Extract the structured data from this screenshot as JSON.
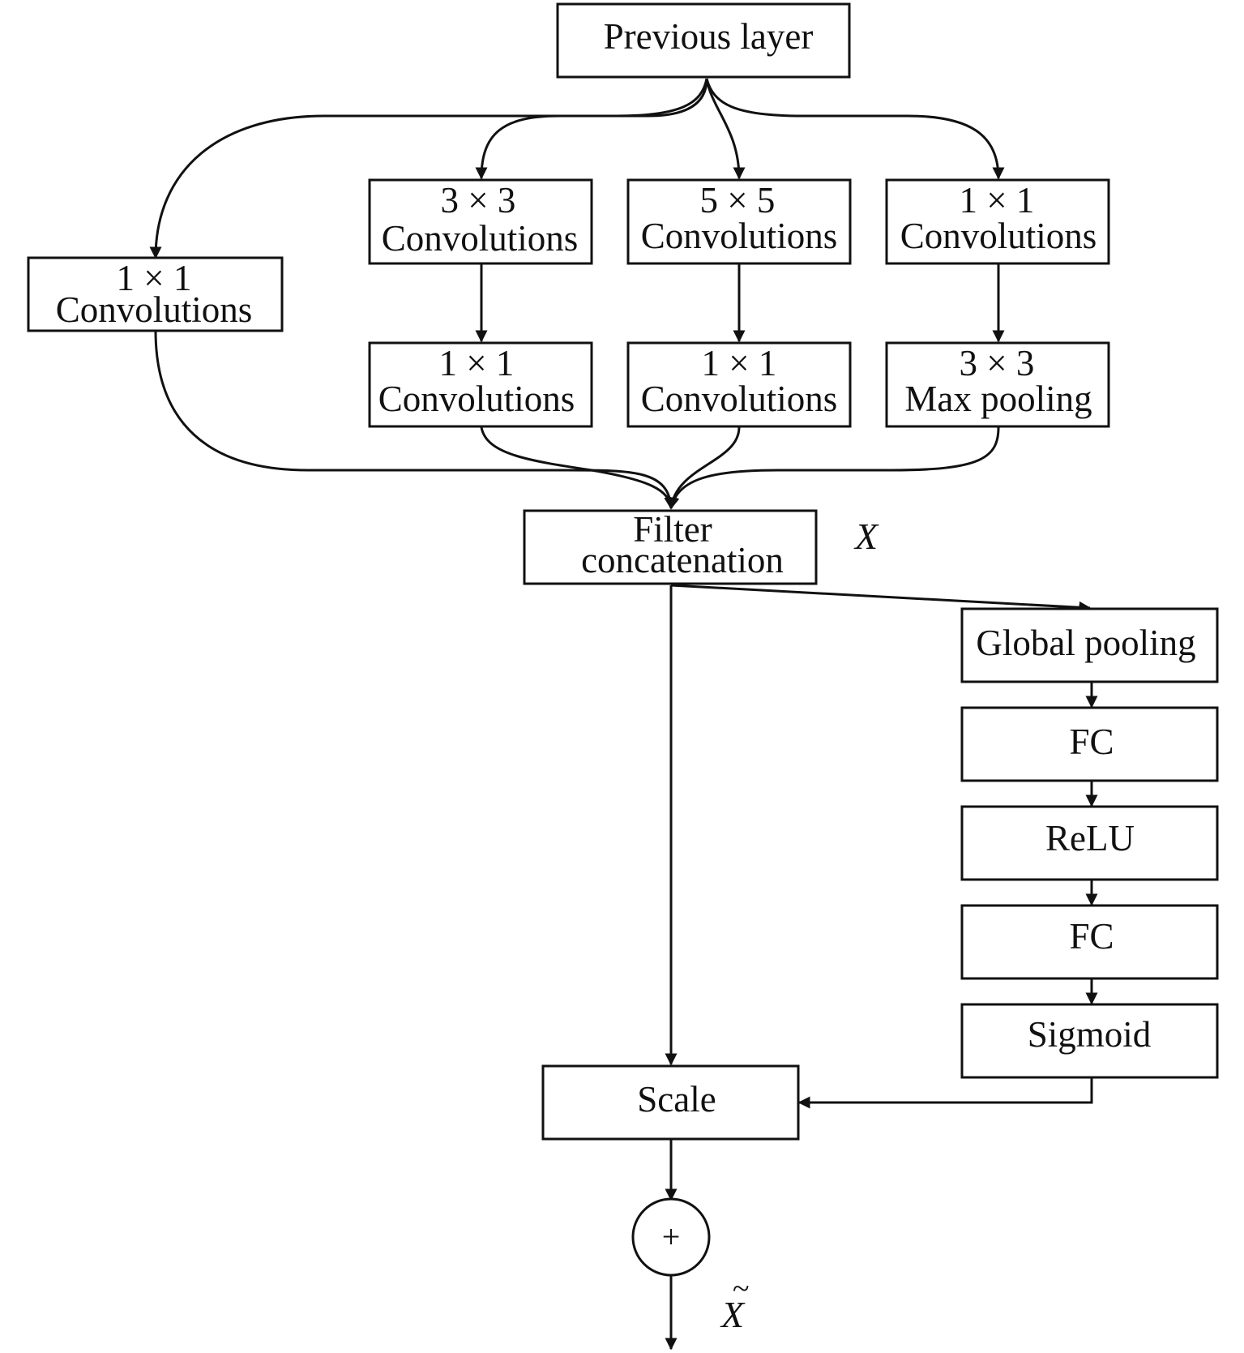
{
  "diagram": {
    "nodes": {
      "previous_layer": {
        "lines": [
          "Previous layer"
        ]
      },
      "branch1_conv1x1": {
        "lines": [
          "1 × 1",
          "Convolutions"
        ]
      },
      "branch2_conv3x3": {
        "lines": [
          "3 × 3",
          "Convolutions"
        ]
      },
      "branch3_conv5x5": {
        "lines": [
          "5 × 5",
          "Convolutions"
        ]
      },
      "branch4_conv1x1": {
        "lines": [
          "1 × 1",
          "Convolutions"
        ]
      },
      "branch2_conv1x1": {
        "lines": [
          "1 × 1",
          "Convolutions"
        ]
      },
      "branch3_conv1x1": {
        "lines": [
          "1 × 1",
          "Convolutions"
        ]
      },
      "branch4_maxpool": {
        "lines": [
          "3 × 3",
          "Max pooling"
        ]
      },
      "filter_concat": {
        "lines": [
          "Filter",
          "concatenation"
        ]
      },
      "global_pooling": {
        "lines": [
          "Global pooling"
        ]
      },
      "fc1": {
        "lines": [
          "FC"
        ]
      },
      "relu": {
        "lines": [
          "ReLU"
        ]
      },
      "fc2": {
        "lines": [
          "FC"
        ]
      },
      "sigmoid": {
        "lines": [
          "Sigmoid"
        ]
      },
      "scale": {
        "lines": [
          "Scale"
        ]
      },
      "add": {
        "symbol": "+"
      }
    },
    "symbols": {
      "x": "X",
      "x_tilde_base": "X",
      "x_tilde_accent": "~"
    },
    "edges": [
      {
        "from": "previous_layer",
        "to": "branch1_conv1x1"
      },
      {
        "from": "previous_layer",
        "to": "branch2_conv3x3"
      },
      {
        "from": "previous_layer",
        "to": "branch3_conv5x5"
      },
      {
        "from": "previous_layer",
        "to": "branch4_conv1x1"
      },
      {
        "from": "branch2_conv3x3",
        "to": "branch2_conv1x1"
      },
      {
        "from": "branch3_conv5x5",
        "to": "branch3_conv1x1"
      },
      {
        "from": "branch4_conv1x1",
        "to": "branch4_maxpool"
      },
      {
        "from": "branch1_conv1x1",
        "to": "filter_concat"
      },
      {
        "from": "branch2_conv1x1",
        "to": "filter_concat"
      },
      {
        "from": "branch3_conv1x1",
        "to": "filter_concat"
      },
      {
        "from": "branch4_maxpool",
        "to": "filter_concat"
      },
      {
        "from": "filter_concat",
        "to": "global_pooling"
      },
      {
        "from": "global_pooling",
        "to": "fc1"
      },
      {
        "from": "fc1",
        "to": "relu"
      },
      {
        "from": "relu",
        "to": "fc2"
      },
      {
        "from": "fc2",
        "to": "sigmoid"
      },
      {
        "from": "sigmoid",
        "to": "scale"
      },
      {
        "from": "filter_concat",
        "to": "scale"
      },
      {
        "from": "scale",
        "to": "add"
      },
      {
        "from": "add",
        "to": "output"
      }
    ]
  }
}
